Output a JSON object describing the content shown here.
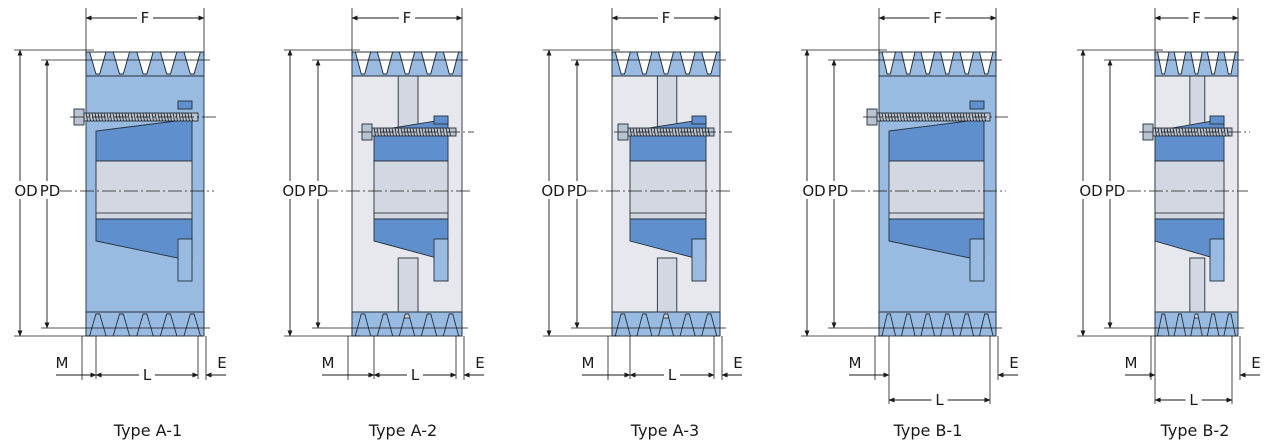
{
  "colors": {
    "light_blue": "#99bbe1",
    "dark_blue": "#5f8fcc",
    "gray": "#d3d7e2",
    "light_gray": "#e6e8ee",
    "outline": "#26303a",
    "bolt": "#b9c3d1"
  },
  "labels": {
    "od": "OD",
    "pd": "PD",
    "f": "F",
    "m": "M",
    "l": "L",
    "e": "E"
  },
  "pulleys": [
    {
      "type": "A-1",
      "caption": "Type A-1",
      "body": "solid"
    },
    {
      "type": "A-2",
      "caption": "Type A-2",
      "body": "web"
    },
    {
      "type": "A-3",
      "caption": "Type A-3",
      "body": "web"
    },
    {
      "type": "B-1",
      "caption": "Type B-1",
      "body": "solid"
    },
    {
      "type": "B-2",
      "caption": "Type B-2",
      "body": "web"
    }
  ]
}
